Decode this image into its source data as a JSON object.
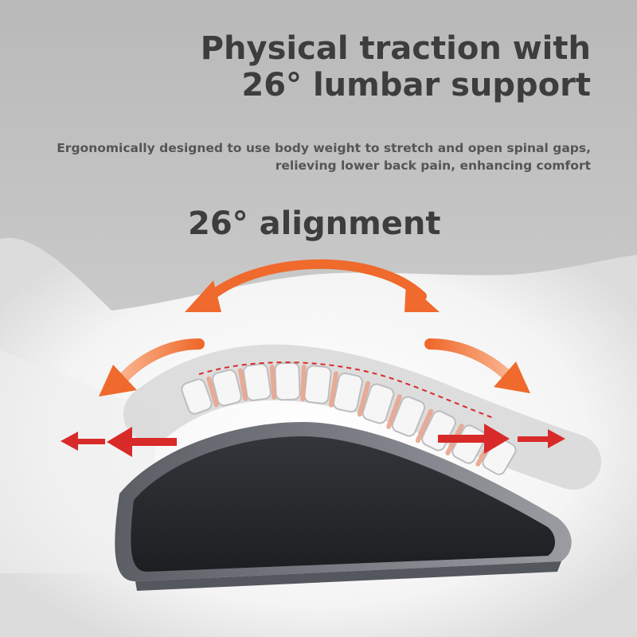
{
  "headline": {
    "line1": "Physical traction with",
    "line2": "26° lumbar support"
  },
  "subtitle": {
    "line1": "Ergonomically designed to use body weight to stretch and open spinal gaps,",
    "line2": "relieving lower back pain, enhancing comfort"
  },
  "alignment_label": "26° alignment",
  "colors": {
    "arrow_orange": "#ef6a2c",
    "arrow_red": "#d92a2a",
    "pillow_cover": "#2a2b2e",
    "pillow_edge": "#6e7078",
    "text": "#3d3d3d"
  }
}
